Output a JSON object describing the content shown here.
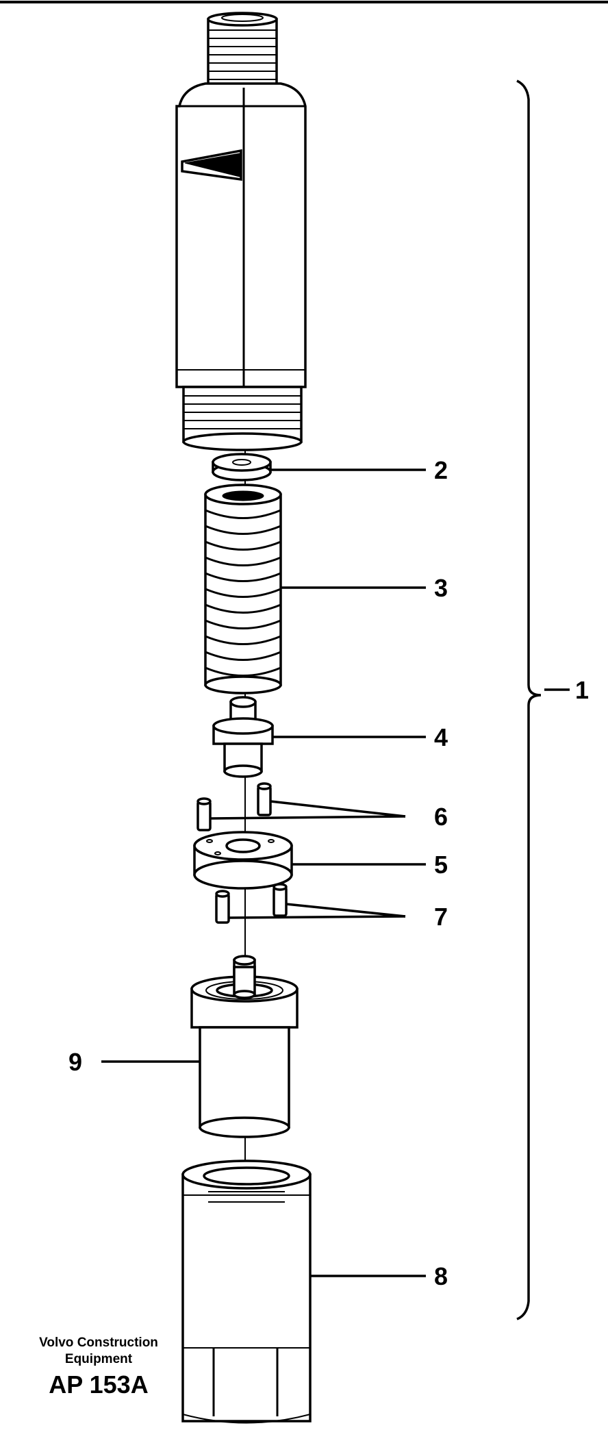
{
  "callouts": {
    "c1": "1",
    "c2": "2",
    "c3": "3",
    "c4": "4",
    "c5": "5",
    "c6": "6",
    "c7": "7",
    "c8": "8",
    "c9": "9"
  },
  "footer": {
    "brand_line1": "Volvo Construction",
    "brand_line2": "Equipment",
    "drawing_code": "AP 153A"
  }
}
